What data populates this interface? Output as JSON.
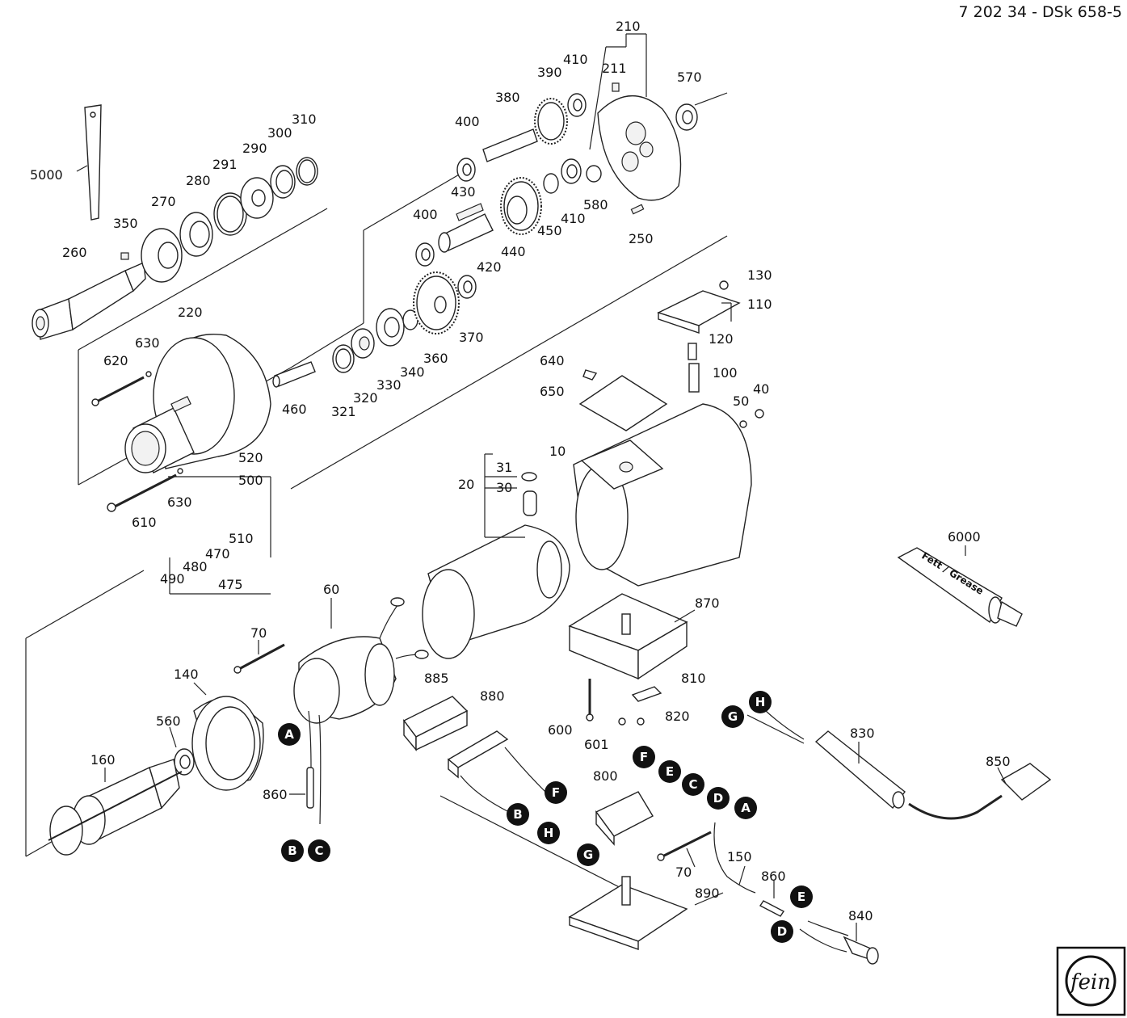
{
  "header": {
    "doc_id": "7 202 34 - DSk 658-5"
  },
  "part_numbers": [
    "210",
    "211",
    "410",
    "390",
    "570",
    "380",
    "400",
    "5000",
    "310",
    "300",
    "290",
    "291",
    "280",
    "270",
    "350",
    "260",
    "430",
    "580",
    "410",
    "450",
    "440",
    "250",
    "400",
    "420",
    "130",
    "110",
    "120",
    "100",
    "220",
    "630",
    "620",
    "370",
    "360",
    "340",
    "330",
    "320",
    "321",
    "460",
    "640",
    "650",
    "40",
    "50",
    "10",
    "520",
    "500",
    "630",
    "610",
    "510",
    "470",
    "480",
    "490",
    "475",
    "31",
    "30",
    "20",
    "6000",
    "60",
    "70",
    "870",
    "140",
    "810",
    "820",
    "601",
    "600",
    "885",
    "880",
    "560",
    "160",
    "860",
    "830",
    "850",
    "800",
    "890",
    "150",
    "70",
    "860",
    "840"
  ],
  "connector_letters": [
    "A",
    "B",
    "C",
    "D",
    "E",
    "F",
    "G",
    "H"
  ],
  "tube_label": "Fett / Grease",
  "logo_text": "fein",
  "colors": {
    "ink": "#222222",
    "connector_fill": "#111111",
    "connector_text": "#ffffff"
  }
}
